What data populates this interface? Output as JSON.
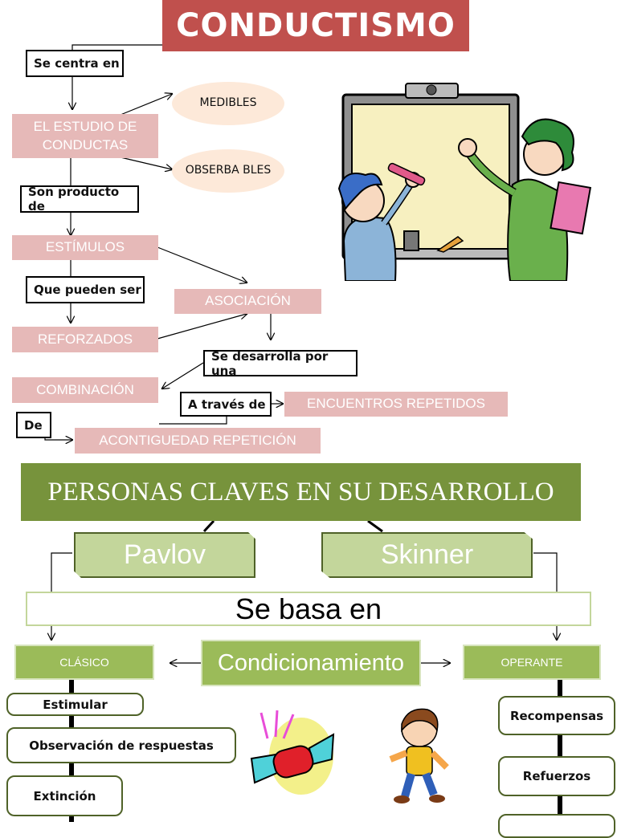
{
  "top": {
    "title": "CONDUCTISMO",
    "se_centra_en": "Se centra en",
    "estudio": "EL ESTUDIO DE CONDUCTAS",
    "medibles": "MEDIBLES",
    "obserbables": "OBSERBA BLES",
    "son_producto": "Son producto de",
    "estimulos": "ESTÍMULOS",
    "que_pueden": "Que pueden ser",
    "asociacion": "ASOCIACIÓN",
    "reforzados": "REFORZADOS",
    "se_desarrolla": "Se desarrolla por una",
    "combinacion": "COMBINACIÓN",
    "a_traves": "A través de",
    "encuentros": "ENCUENTROS REPETIDOS",
    "de": "De",
    "contiguedad": "ACONTIGUEDAD REPETICIÓN"
  },
  "bottom": {
    "title": "PERSONAS CLAVES EN SU DESARROLLO",
    "pavlov": "Pavlov",
    "skinner": "Skinner",
    "se_basa": "Se basa en",
    "clasico": "CLÁSICO",
    "condicionamiento": "Condicionamiento",
    "operante": "OPERANTE",
    "clasico_items": [
      "Estimular",
      "Observación  de respuestas",
      "Extinción"
    ],
    "operante_items": [
      "Recompensas",
      "Refuerzos"
    ]
  },
  "colors": {
    "red_title": "#c0504d",
    "pink": "#e6b9b8",
    "oval": "#fde9d9",
    "green_dark": "#77933c",
    "green_light": "#c3d69b",
    "green_mid": "#9bbb59"
  },
  "illustrations": [
    "teacher-student-whiteboard-illustration",
    "candy-illustration",
    "running-boy-illustration"
  ]
}
